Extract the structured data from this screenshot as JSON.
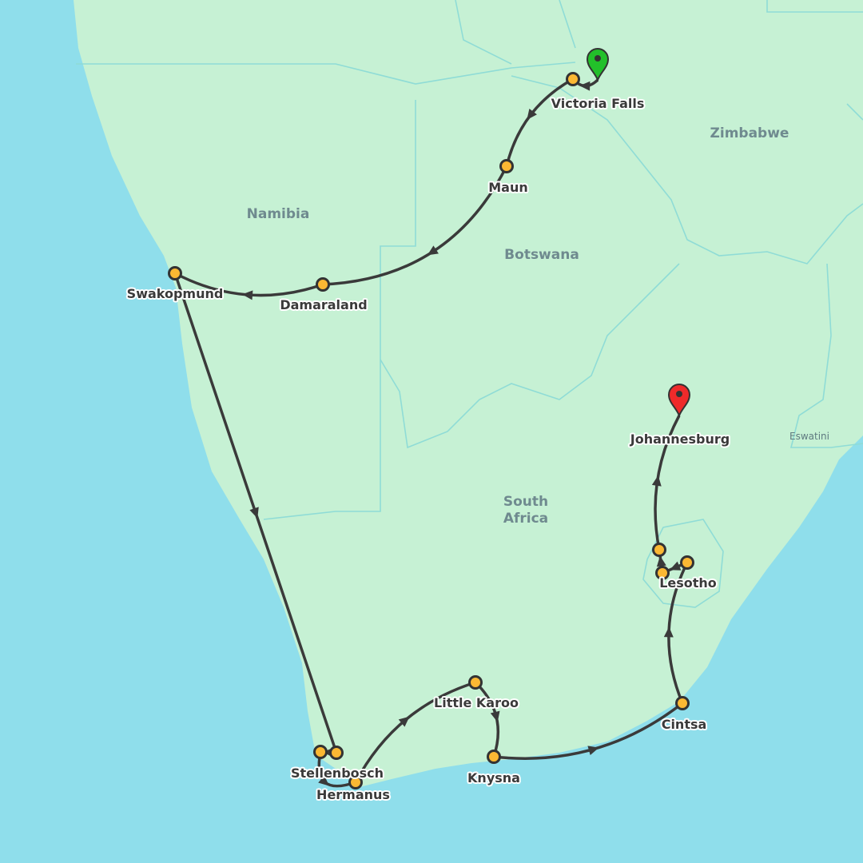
{
  "map": {
    "colors": {
      "sea": "#8fdeeb",
      "land": "#c6f1d4",
      "border": "#8fdcd6",
      "route": "#3a3a3a",
      "stop": "#fbb833",
      "start_pin": "#22c02a",
      "end_pin": "#ee2a2a"
    },
    "countries": [
      "Zimbabwe",
      "Namibia",
      "Botswana",
      "South Africa",
      "Eswatini"
    ],
    "stops": [
      "Victoria Falls",
      "Maun",
      "Damaraland",
      "Swakopmund",
      "Stellenbosch",
      "Hermanus",
      "Little Karoo",
      "Knysna",
      "Cintsa",
      "Lesotho",
      "Johannesburg"
    ],
    "start": "Victoria Falls",
    "end": "Johannesburg"
  }
}
